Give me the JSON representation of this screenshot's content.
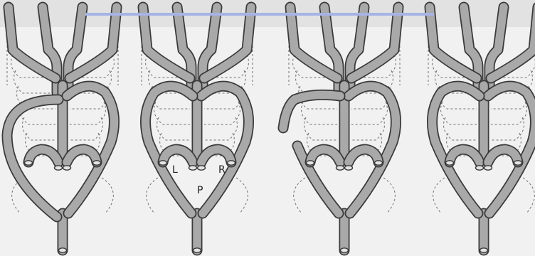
{
  "labels": {
    "left": "L",
    "right": "R",
    "center": "P"
  },
  "colors": {
    "paper": "#f1f1f1",
    "vessel_fill": "#a9a9a9",
    "vessel_outline": "#3a3a3a",
    "highlight_line": "#a7b3e6"
  }
}
